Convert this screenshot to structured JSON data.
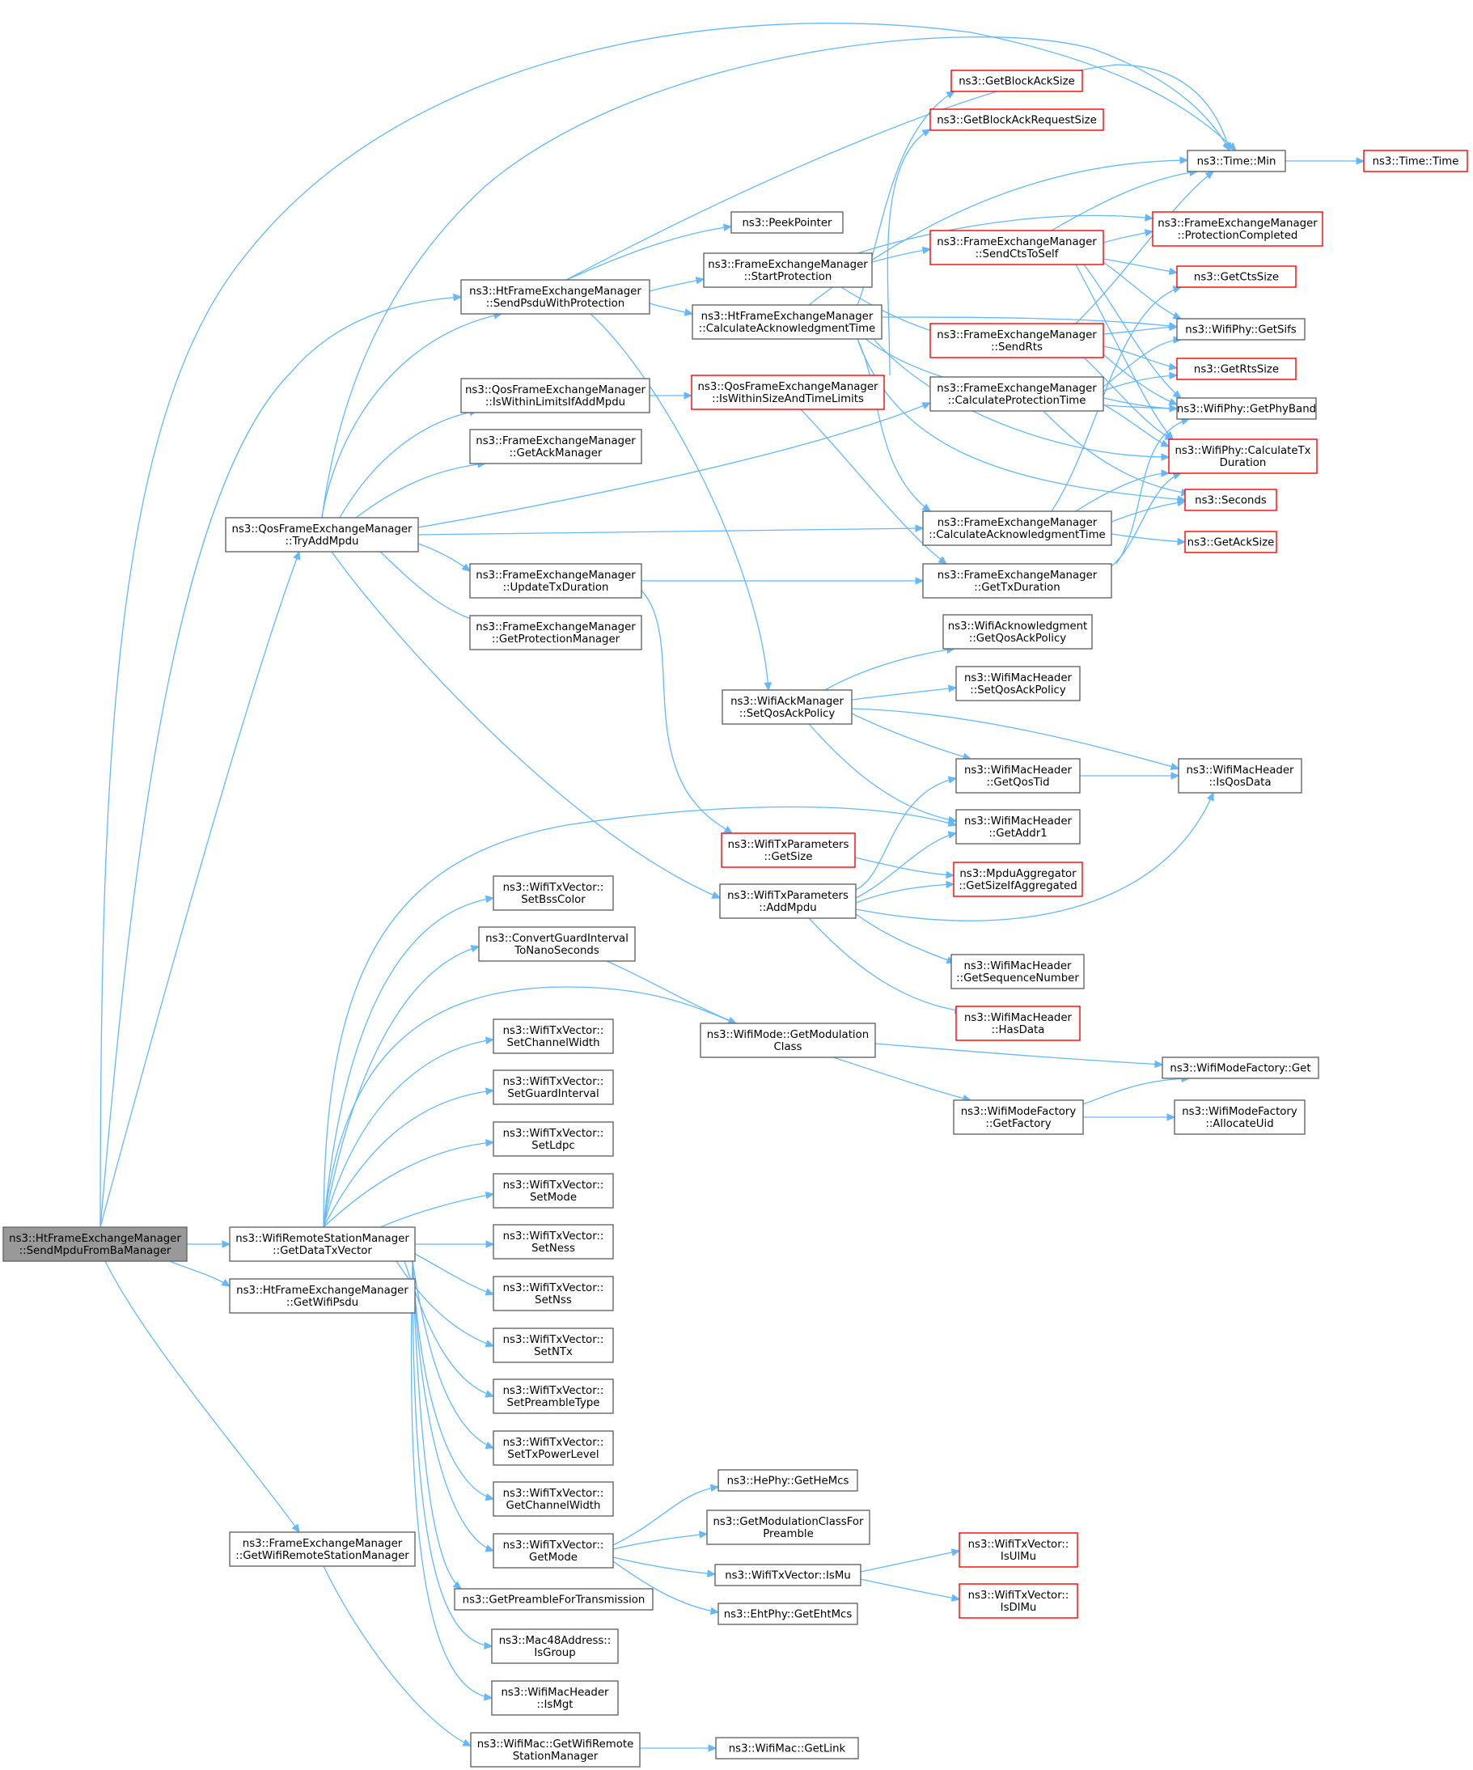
{
  "graph": {
    "root": "n0",
    "colors": {
      "edge": "#63b8ff",
      "node_border": "#666666",
      "node_border_alert": "#ff0000",
      "root_fill": "#999999"
    },
    "nodes": [
      {
        "id": "n0",
        "lines": [
          "ns3::HtFrameExchangeManager",
          "::SendMpduFromBaManager"
        ],
        "style": "root"
      },
      {
        "id": "n1",
        "lines": [
          "ns3::HtFrameExchangeManager",
          "::SendPsduWithProtection"
        ]
      },
      {
        "id": "n2",
        "lines": [
          "ns3::QosFrameExchangeManager",
          "::TryAddMpdu"
        ]
      },
      {
        "id": "n3",
        "lines": [
          "ns3::WifiRemoteStationManager",
          "::GetDataTxVector"
        ]
      },
      {
        "id": "n4",
        "lines": [
          "ns3::HtFrameExchangeManager",
          "::GetWifiPsdu"
        ]
      },
      {
        "id": "n5",
        "lines": [
          "ns3::FrameExchangeManager",
          "::GetWifiRemoteStationManager"
        ]
      },
      {
        "id": "n6",
        "lines": [
          "ns3::QosFrameExchangeManager",
          "::IsWithinLimitsIfAddMpdu"
        ]
      },
      {
        "id": "n7",
        "lines": [
          "ns3::FrameExchangeManager",
          "::GetAckManager"
        ]
      },
      {
        "id": "n8",
        "lines": [
          "ns3::FrameExchangeManager",
          "::UpdateTxDuration"
        ]
      },
      {
        "id": "n9",
        "lines": [
          "ns3::FrameExchangeManager",
          "::GetProtectionManager"
        ]
      },
      {
        "id": "n10",
        "lines": [
          "ns3::WifiTxVector::",
          "SetBssColor"
        ]
      },
      {
        "id": "n11",
        "lines": [
          "ns3::ConvertGuardInterval",
          "ToNanoSeconds"
        ]
      },
      {
        "id": "n12",
        "lines": [
          "ns3::WifiTxVector::",
          "SetChannelWidth"
        ]
      },
      {
        "id": "n13",
        "lines": [
          "ns3::WifiTxVector::",
          "SetGuardInterval"
        ]
      },
      {
        "id": "n14",
        "lines": [
          "ns3::WifiTxVector::",
          "SetLdpc"
        ]
      },
      {
        "id": "n15",
        "lines": [
          "ns3::WifiTxVector::",
          "SetMode"
        ]
      },
      {
        "id": "n16",
        "lines": [
          "ns3::WifiTxVector::",
          "SetNess"
        ]
      },
      {
        "id": "n17",
        "lines": [
          "ns3::WifiTxVector::",
          "SetNss"
        ]
      },
      {
        "id": "n18",
        "lines": [
          "ns3::WifiTxVector::",
          "SetNTx"
        ]
      },
      {
        "id": "n19",
        "lines": [
          "ns3::WifiTxVector::",
          "SetPreambleType"
        ]
      },
      {
        "id": "n20",
        "lines": [
          "ns3::WifiTxVector::",
          "SetTxPowerLevel"
        ]
      },
      {
        "id": "n21",
        "lines": [
          "ns3::WifiTxVector::",
          "GetChannelWidth"
        ]
      },
      {
        "id": "n22",
        "lines": [
          "ns3::WifiTxVector::",
          "GetMode"
        ]
      },
      {
        "id": "n23",
        "lines": [
          "ns3::GetPreambleForTransmission"
        ]
      },
      {
        "id": "n24",
        "lines": [
          "ns3::Mac48Address::",
          "IsGroup"
        ]
      },
      {
        "id": "n25",
        "lines": [
          "ns3::WifiMacHeader",
          "::IsMgt"
        ]
      },
      {
        "id": "n26",
        "lines": [
          "ns3::WifiMac::GetWifiRemote",
          "StationManager"
        ]
      },
      {
        "id": "n27",
        "lines": [
          "ns3::PeekPointer"
        ]
      },
      {
        "id": "n28",
        "lines": [
          "ns3::FrameExchangeManager",
          "::StartProtection"
        ]
      },
      {
        "id": "n29",
        "lines": [
          "ns3::HtFrameExchangeManager",
          "::CalculateAcknowledgmentTime"
        ]
      },
      {
        "id": "n30",
        "lines": [
          "ns3::QosFrameExchangeManager",
          "::IsWithinSizeAndTimeLimits"
        ],
        "style": "red"
      },
      {
        "id": "n31",
        "lines": [
          "ns3::WifiAckManager",
          "::SetQosAckPolicy"
        ]
      },
      {
        "id": "n32",
        "lines": [
          "ns3::WifiTxParameters",
          "::GetSize"
        ],
        "style": "red"
      },
      {
        "id": "n33",
        "lines": [
          "ns3::WifiTxParameters",
          "::AddMpdu"
        ]
      },
      {
        "id": "n34",
        "lines": [
          "ns3::WifiMode::GetModulation",
          "Class"
        ]
      },
      {
        "id": "n35",
        "lines": [
          "ns3::HePhy::GetHeMcs"
        ]
      },
      {
        "id": "n36",
        "lines": [
          "ns3::GetModulationClassFor",
          "Preamble"
        ]
      },
      {
        "id": "n37",
        "lines": [
          "ns3::WifiTxVector::IsMu"
        ]
      },
      {
        "id": "n38",
        "lines": [
          "ns3::EhtPhy::GetEhtMcs"
        ]
      },
      {
        "id": "n39",
        "lines": [
          "ns3::WifiMac::GetLink"
        ]
      },
      {
        "id": "n40",
        "lines": [
          "ns3::GetBlockAckSize"
        ],
        "style": "red"
      },
      {
        "id": "n41",
        "lines": [
          "ns3::GetBlockAckRequestSize"
        ],
        "style": "red"
      },
      {
        "id": "n42",
        "lines": [
          "ns3::FrameExchangeManager",
          "::SendCtsToSelf"
        ],
        "style": "red"
      },
      {
        "id": "n43",
        "lines": [
          "ns3::FrameExchangeManager",
          "::SendRts"
        ],
        "style": "red"
      },
      {
        "id": "n44",
        "lines": [
          "ns3::FrameExchangeManager",
          "::CalculateProtectionTime"
        ]
      },
      {
        "id": "n45",
        "lines": [
          "ns3::FrameExchangeManager",
          "::CalculateAcknowledgmentTime"
        ]
      },
      {
        "id": "n46",
        "lines": [
          "ns3::FrameExchangeManager",
          "::GetTxDuration"
        ]
      },
      {
        "id": "n47",
        "lines": [
          "ns3::WifiAcknowledgment",
          "::GetQosAckPolicy"
        ]
      },
      {
        "id": "n48",
        "lines": [
          "ns3::WifiMacHeader",
          "::SetQosAckPolicy"
        ]
      },
      {
        "id": "n49",
        "lines": [
          "ns3::WifiMacHeader",
          "::GetQosTid"
        ]
      },
      {
        "id": "n50",
        "lines": [
          "ns3::WifiMacHeader",
          "::GetAddr1"
        ]
      },
      {
        "id": "n51",
        "lines": [
          "ns3::MpduAggregator",
          "::GetSizeIfAggregated"
        ],
        "style": "red"
      },
      {
        "id": "n52",
        "lines": [
          "ns3::WifiMacHeader",
          "::GetSequenceNumber"
        ]
      },
      {
        "id": "n53",
        "lines": [
          "ns3::WifiMacHeader",
          "::HasData"
        ],
        "style": "red"
      },
      {
        "id": "n54",
        "lines": [
          "ns3::WifiModeFactory",
          "::GetFactory"
        ]
      },
      {
        "id": "n55",
        "lines": [
          "ns3::WifiTxVector::",
          "IsUlMu"
        ],
        "style": "red"
      },
      {
        "id": "n56",
        "lines": [
          "ns3::WifiTxVector::",
          "IsDlMu"
        ],
        "style": "red"
      },
      {
        "id": "n57",
        "lines": [
          "ns3::Time::Min"
        ]
      },
      {
        "id": "n58",
        "lines": [
          "ns3::FrameExchangeManager",
          "::ProtectionCompleted"
        ],
        "style": "red"
      },
      {
        "id": "n59",
        "lines": [
          "ns3::GetCtsSize"
        ],
        "style": "red"
      },
      {
        "id": "n60",
        "lines": [
          "ns3::WifiPhy::GetSifs"
        ]
      },
      {
        "id": "n61",
        "lines": [
          "ns3::GetRtsSize"
        ],
        "style": "red"
      },
      {
        "id": "n62",
        "lines": [
          "ns3::WifiPhy::GetPhyBand"
        ]
      },
      {
        "id": "n63",
        "lines": [
          "ns3::WifiPhy::CalculateTx",
          "Duration"
        ],
        "style": "red"
      },
      {
        "id": "n64",
        "lines": [
          "ns3::Seconds"
        ],
        "style": "red"
      },
      {
        "id": "n65",
        "lines": [
          "ns3::GetAckSize"
        ],
        "style": "red"
      },
      {
        "id": "n66",
        "lines": [
          "ns3::WifiMacHeader",
          "::IsQosData"
        ]
      },
      {
        "id": "n67",
        "lines": [
          "ns3::WifiModeFactory::Get"
        ]
      },
      {
        "id": "n68",
        "lines": [
          "ns3::WifiModeFactory",
          "::AllocateUid"
        ]
      },
      {
        "id": "n69",
        "lines": [
          "ns3::Time::Time"
        ],
        "style": "red"
      }
    ],
    "edges": [
      [
        "n0",
        "n1"
      ],
      [
        "n0",
        "n2"
      ],
      [
        "n0",
        "n3"
      ],
      [
        "n0",
        "n4"
      ],
      [
        "n0",
        "n5"
      ],
      [
        "n0",
        "n57"
      ],
      [
        "n2",
        "n1"
      ],
      [
        "n2",
        "n6"
      ],
      [
        "n2",
        "n7"
      ],
      [
        "n2",
        "n8"
      ],
      [
        "n2",
        "n9"
      ],
      [
        "n2",
        "n44"
      ],
      [
        "n2",
        "n45"
      ],
      [
        "n2",
        "n33"
      ],
      [
        "n2",
        "n57"
      ],
      [
        "n1",
        "n27"
      ],
      [
        "n1",
        "n28"
      ],
      [
        "n1",
        "n29"
      ],
      [
        "n1",
        "n31"
      ],
      [
        "n1",
        "n57"
      ],
      [
        "n6",
        "n30"
      ],
      [
        "n8",
        "n46"
      ],
      [
        "n8",
        "n32"
      ],
      [
        "n30",
        "n41"
      ],
      [
        "n30",
        "n46"
      ],
      [
        "n28",
        "n42"
      ],
      [
        "n28",
        "n43"
      ],
      [
        "n28",
        "n58"
      ],
      [
        "n29",
        "n40"
      ],
      [
        "n29",
        "n45"
      ],
      [
        "n29",
        "n57"
      ],
      [
        "n29",
        "n60"
      ],
      [
        "n29",
        "n62"
      ],
      [
        "n29",
        "n63"
      ],
      [
        "n29",
        "n64"
      ],
      [
        "n42",
        "n57"
      ],
      [
        "n42",
        "n58"
      ],
      [
        "n42",
        "n59"
      ],
      [
        "n42",
        "n60"
      ],
      [
        "n42",
        "n62"
      ],
      [
        "n42",
        "n63"
      ],
      [
        "n43",
        "n57"
      ],
      [
        "n43",
        "n60"
      ],
      [
        "n43",
        "n61"
      ],
      [
        "n43",
        "n62"
      ],
      [
        "n43",
        "n63"
      ],
      [
        "n44",
        "n60"
      ],
      [
        "n44",
        "n61"
      ],
      [
        "n44",
        "n62"
      ],
      [
        "n44",
        "n63"
      ],
      [
        "n44",
        "n64"
      ],
      [
        "n45",
        "n59"
      ],
      [
        "n45",
        "n63"
      ],
      [
        "n45",
        "n64"
      ],
      [
        "n45",
        "n65"
      ],
      [
        "n46",
        "n62"
      ],
      [
        "n46",
        "n63"
      ],
      [
        "n57",
        "n69"
      ],
      [
        "n31",
        "n47"
      ],
      [
        "n31",
        "n48"
      ],
      [
        "n31",
        "n49"
      ],
      [
        "n31",
        "n50"
      ],
      [
        "n31",
        "n66"
      ],
      [
        "n49",
        "n66"
      ],
      [
        "n32",
        "n51"
      ],
      [
        "n33",
        "n49"
      ],
      [
        "n33",
        "n50"
      ],
      [
        "n33",
        "n51"
      ],
      [
        "n33",
        "n52"
      ],
      [
        "n33",
        "n53"
      ],
      [
        "n33",
        "n66"
      ],
      [
        "n3",
        "n50"
      ],
      [
        "n3",
        "n10"
      ],
      [
        "n3",
        "n11"
      ],
      [
        "n3",
        "n34"
      ],
      [
        "n3",
        "n12"
      ],
      [
        "n3",
        "n13"
      ],
      [
        "n3",
        "n14"
      ],
      [
        "n3",
        "n15"
      ],
      [
        "n3",
        "n16"
      ],
      [
        "n3",
        "n17"
      ],
      [
        "n3",
        "n18"
      ],
      [
        "n3",
        "n19"
      ],
      [
        "n3",
        "n20"
      ],
      [
        "n3",
        "n21"
      ],
      [
        "n3",
        "n22"
      ],
      [
        "n3",
        "n23"
      ],
      [
        "n3",
        "n24"
      ],
      [
        "n3",
        "n25"
      ],
      [
        "n11",
        "n34"
      ],
      [
        "n34",
        "n54"
      ],
      [
        "n34",
        "n67"
      ],
      [
        "n54",
        "n67"
      ],
      [
        "n54",
        "n68"
      ],
      [
        "n22",
        "n35"
      ],
      [
        "n22",
        "n36"
      ],
      [
        "n22",
        "n37"
      ],
      [
        "n22",
        "n38"
      ],
      [
        "n37",
        "n55"
      ],
      [
        "n37",
        "n56"
      ],
      [
        "n5",
        "n26"
      ],
      [
        "n26",
        "n39"
      ]
    ]
  }
}
